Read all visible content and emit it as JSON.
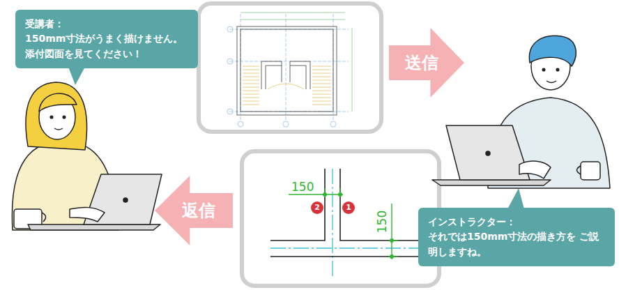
{
  "diagram": {
    "nodes": [
      {
        "text": [
          "受講者：",
          "150mm寸法がうまく描けません。 添付図面を見てください！"
        ]
      },
      {
        "text": [
          "送信"
        ]
      },
      {
        "text": [
          "返信"
        ]
      },
      {
        "text": [
          "インストラクター：",
          "それでは150mm寸法の描き方を ご説明しますね。"
        ]
      }
    ],
    "edges": [],
    "labels": [
      "150",
      "2",
      "1",
      "150"
    ]
  }
}
